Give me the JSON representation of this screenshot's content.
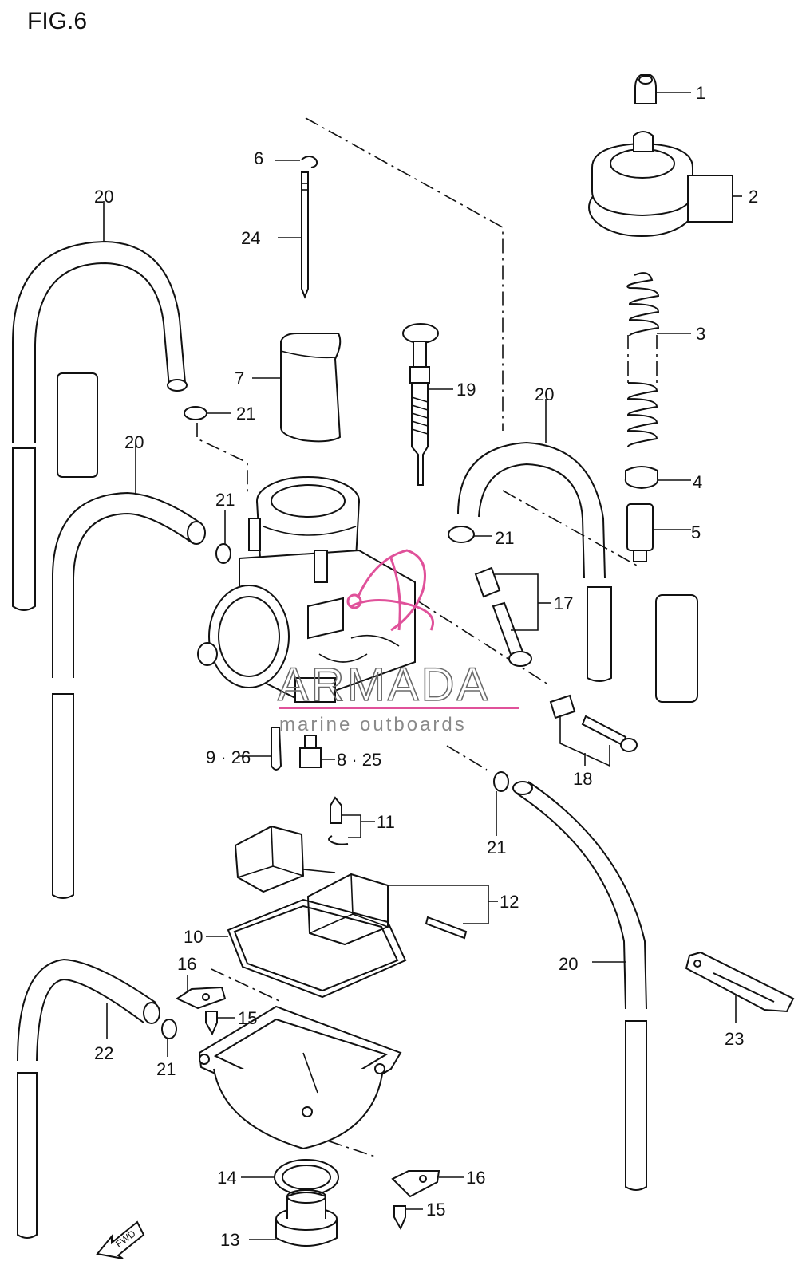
{
  "figure": {
    "title": "FIG.6",
    "fwd_arrow_text": "FWD"
  },
  "callouts": {
    "c1": "1",
    "c2": "2",
    "c3": "3",
    "c4": "4",
    "c5": "5",
    "c6": "6",
    "c7": "7",
    "c8": "8 · 25",
    "c9": "9 · 26",
    "c10": "10",
    "c11": "11",
    "c12": "12",
    "c13": "13",
    "c14": "14",
    "c15a": "15",
    "c15b": "15",
    "c16a": "16",
    "c16b": "16",
    "c17": "17",
    "c18": "18",
    "c19": "19",
    "c20a": "20",
    "c20b": "20",
    "c20c": "20",
    "c20d": "20",
    "c21a": "21",
    "c21b": "21",
    "c21c": "21",
    "c21d": "21",
    "c21e": "21",
    "c22": "22",
    "c23": "23",
    "c24": "24"
  },
  "watermark": {
    "brand": "ARMADA",
    "tagline": "marine outboards",
    "logo_color": "#e0519a",
    "text_color": "#6a6a6a"
  },
  "icons": [
    "fwd-arrow-icon",
    "armada-logo-icon"
  ]
}
